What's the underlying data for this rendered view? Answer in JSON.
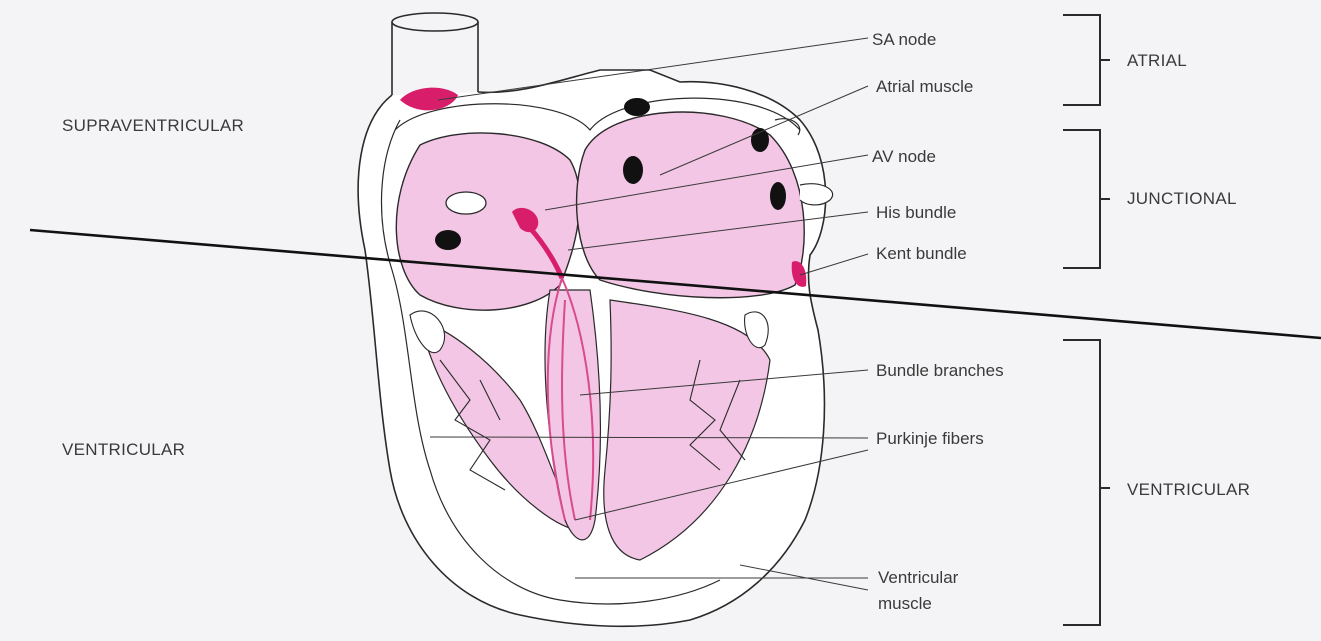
{
  "regions": {
    "supraventricular": "SUPRAVENTRICULAR",
    "ventricular": "VENTRICULAR"
  },
  "labels": {
    "sa_node": "SA node",
    "atrial_muscle": "Atrial muscle",
    "av_node": "AV node",
    "his_bundle": "His bundle",
    "kent_bundle": "Kent bundle",
    "bundle_branches": "Bundle branches",
    "purkinje_fibers": "Purkinje fibers",
    "ventricular_muscle_line1": "Ventricular",
    "ventricular_muscle_line2": "muscle"
  },
  "categories": {
    "atrial": "ATRIAL",
    "junctional": "JUNCTIONAL",
    "ventricular": "VENTRICULAR"
  },
  "colors": {
    "tissue_pink": "#f2c6e4",
    "conduction_magenta": "#d81e6a",
    "outline": "#2a2a2a",
    "background": "#f4f4f6"
  }
}
